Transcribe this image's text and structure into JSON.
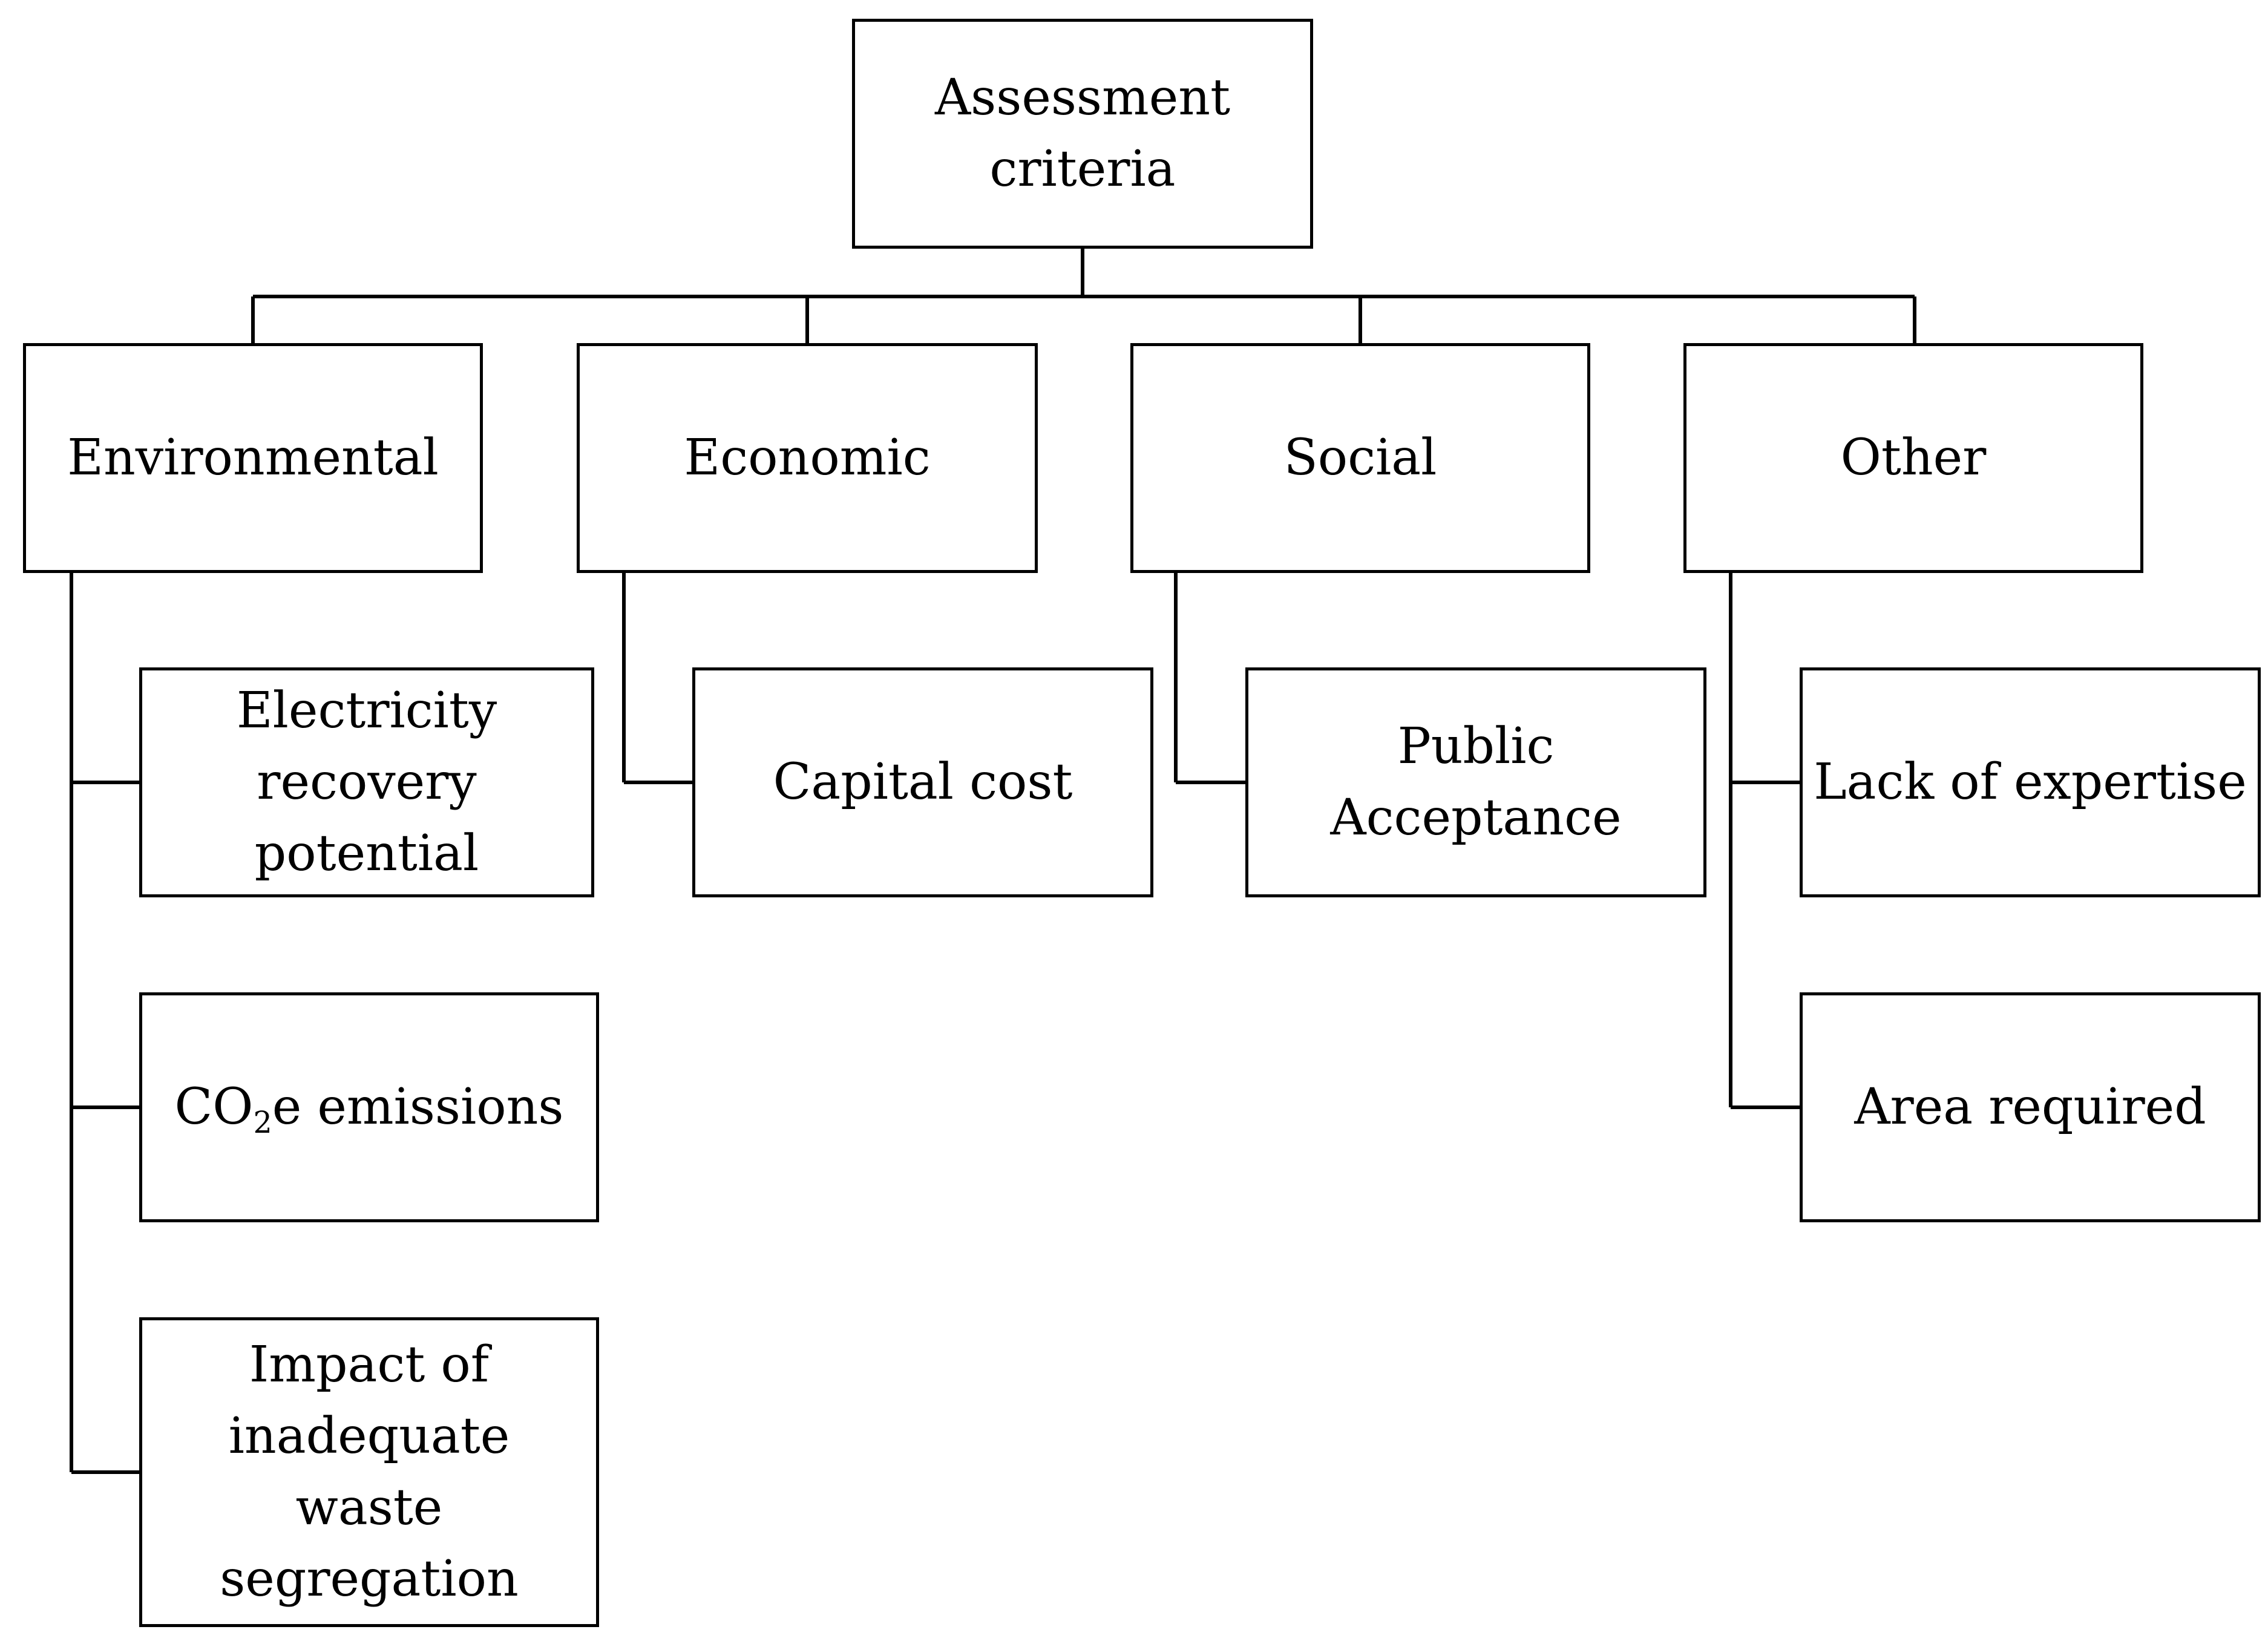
{
  "diagram": {
    "root": {
      "label": "Assessment criteria"
    },
    "categories": [
      {
        "label": "Environmental",
        "children": [
          "Electricity recovery potential",
          "CO2e emissions",
          "Impact of inadequate waste segregation"
        ]
      },
      {
        "label": "Economic",
        "children": [
          "Capital cost"
        ]
      },
      {
        "label": "Social",
        "children": [
          "Public Acceptance"
        ]
      },
      {
        "label": "Other",
        "children": [
          "Lack of expertise",
          "Area required"
        ]
      }
    ],
    "co2": {
      "prefix": "CO",
      "subscript": "2",
      "suffix": "e emissions"
    },
    "line_color": "#000000",
    "box_border_color": "#000000",
    "background": "#ffffff"
  }
}
